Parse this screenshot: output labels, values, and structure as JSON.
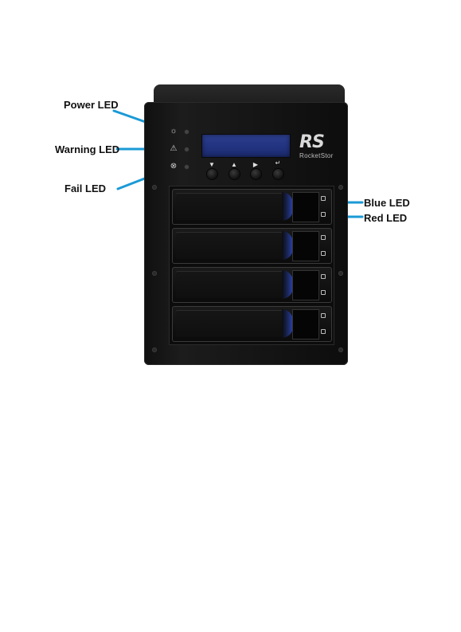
{
  "callouts": {
    "power": "Power LED",
    "warning": "Warning LED",
    "fail": "Fail LED",
    "blue": "Blue LED",
    "red": "Red LED"
  },
  "colors": {
    "callout_line": "#1a9ad6",
    "enclosure": "#141414",
    "lcd": "#223380",
    "latch_blue": "#2d43a8"
  },
  "status_icons": [
    {
      "name": "power-icon",
      "glyph": "☼"
    },
    {
      "name": "warning-icon",
      "glyph": "⚠"
    },
    {
      "name": "fail-icon",
      "glyph": "⊗"
    }
  ],
  "buttons": [
    {
      "name": "down-button",
      "glyph": "▼"
    },
    {
      "name": "up-button",
      "glyph": "▲"
    },
    {
      "name": "enter-button",
      "glyph": "▶"
    },
    {
      "name": "return-button",
      "glyph": "↵"
    }
  ],
  "logo": {
    "mark": "RS",
    "text": "RocketStor"
  },
  "trays": [
    {
      "name": "drive-tray-1"
    },
    {
      "name": "drive-tray-2"
    },
    {
      "name": "drive-tray-3"
    },
    {
      "name": "drive-tray-4"
    }
  ]
}
